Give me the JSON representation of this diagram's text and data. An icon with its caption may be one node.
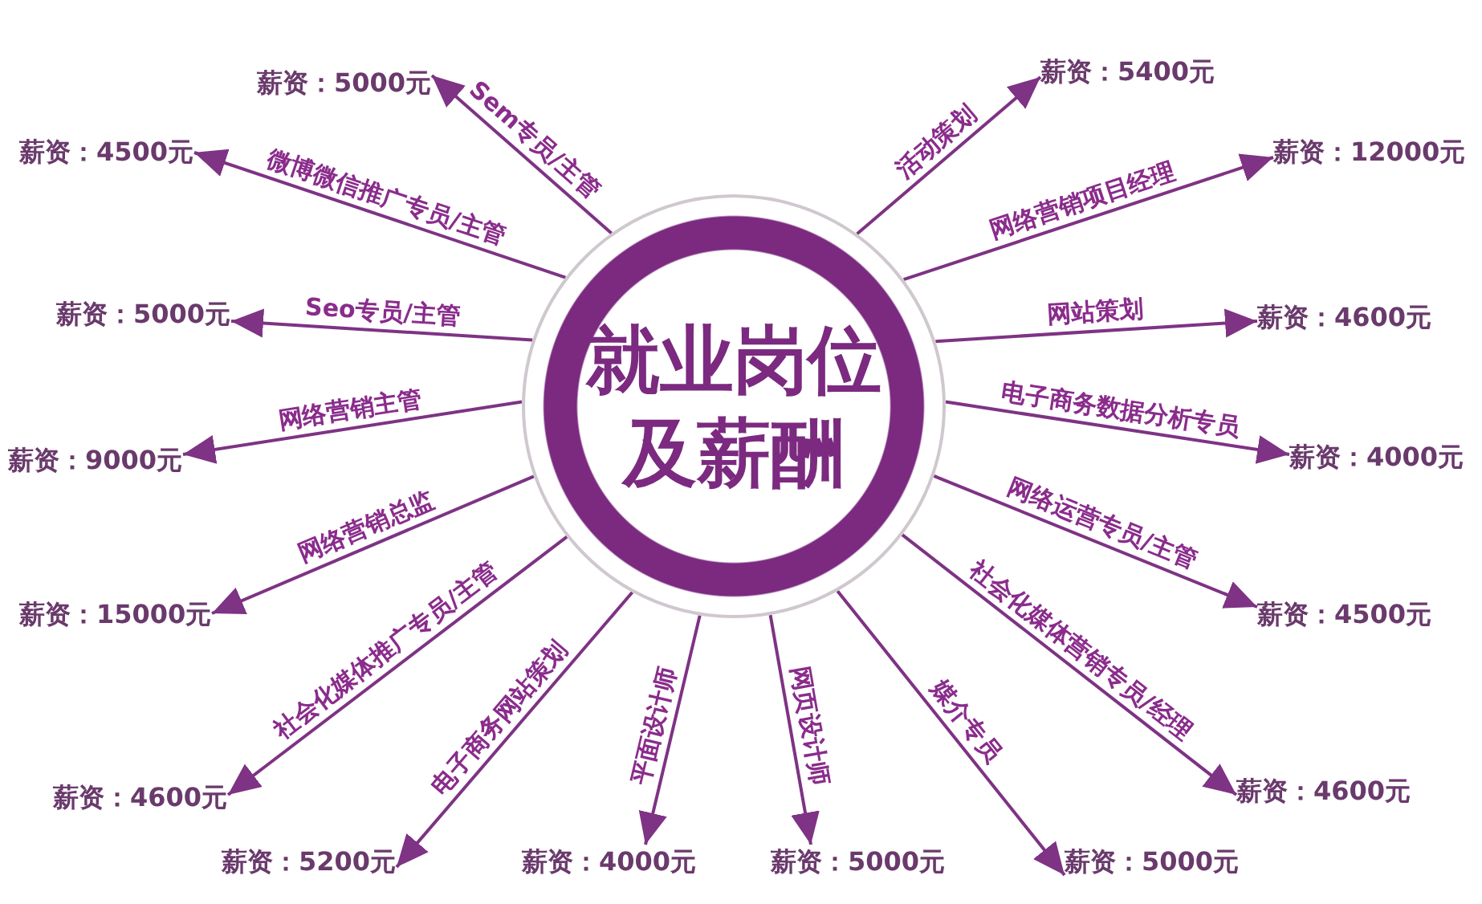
{
  "diagram": {
    "nodes": [
      {
        "text": [
          "就业岗位及薪酬"
        ]
      },
      {
        "text": [
          "薪资：5000元"
        ]
      },
      {
        "text": [
          "薪资：4500元"
        ]
      },
      {
        "text": [
          "薪资：5000元"
        ]
      },
      {
        "text": [
          "薪资：9000元"
        ]
      },
      {
        "text": [
          "薪资：15000元"
        ]
      },
      {
        "text": [
          "薪资：4600元"
        ]
      },
      {
        "text": [
          "薪资：5200元"
        ]
      },
      {
        "text": [
          "薪资：4000元"
        ]
      },
      {
        "text": [
          "薪资：5000元"
        ]
      },
      {
        "text": [
          "薪资：5000元"
        ]
      },
      {
        "text": [
          "薪资：4600元"
        ]
      },
      {
        "text": [
          "薪资：4500元"
        ]
      },
      {
        "text": [
          "薪资：4000元"
        ]
      },
      {
        "text": [
          "薪资：4600元"
        ]
      },
      {
        "text": [
          "薪资：12000元"
        ]
      },
      {
        "text": [
          "薪资：5400元"
        ]
      }
    ],
    "edges": [
      {
        "from": 0,
        "to": 1,
        "arrow": "to",
        "label": "Sem专员/主管"
      },
      {
        "from": 0,
        "to": 2,
        "arrow": "to",
        "label": "微博微信推广专员/主管"
      },
      {
        "from": 0,
        "to": 3,
        "arrow": "to",
        "label": "Seo专员/主管"
      },
      {
        "from": 0,
        "to": 4,
        "arrow": "to",
        "label": "网络营销主管"
      },
      {
        "from": 0,
        "to": 5,
        "arrow": "to",
        "label": "网络营销总监"
      },
      {
        "from": 0,
        "to": 6,
        "arrow": "to",
        "label": "社会化媒体推广专员/主管"
      },
      {
        "from": 0,
        "to": 7,
        "arrow": "to",
        "label": "电子商务网站策划"
      },
      {
        "from": 0,
        "to": 8,
        "arrow": "to",
        "label": "平面设计师"
      },
      {
        "from": 0,
        "to": 9,
        "arrow": "to",
        "label": "网页设计师"
      },
      {
        "from": 0,
        "to": 10,
        "arrow": "to",
        "label": "媒介专员"
      },
      {
        "from": 0,
        "to": 11,
        "arrow": "to",
        "label": "社会化媒体营销专员/经理"
      },
      {
        "from": 0,
        "to": 12,
        "arrow": "to",
        "label": "网络运营专员/主管"
      },
      {
        "from": 0,
        "to": 13,
        "arrow": "to",
        "label": "电子商务数据分析专员"
      },
      {
        "from": 0,
        "to": 14,
        "arrow": "to",
        "label": "网站策划"
      },
      {
        "from": 0,
        "to": 15,
        "arrow": "to",
        "label": "网络营销项目经理"
      },
      {
        "from": 0,
        "to": 16,
        "arrow": "to",
        "label": "活动策划"
      }
    ]
  }
}
